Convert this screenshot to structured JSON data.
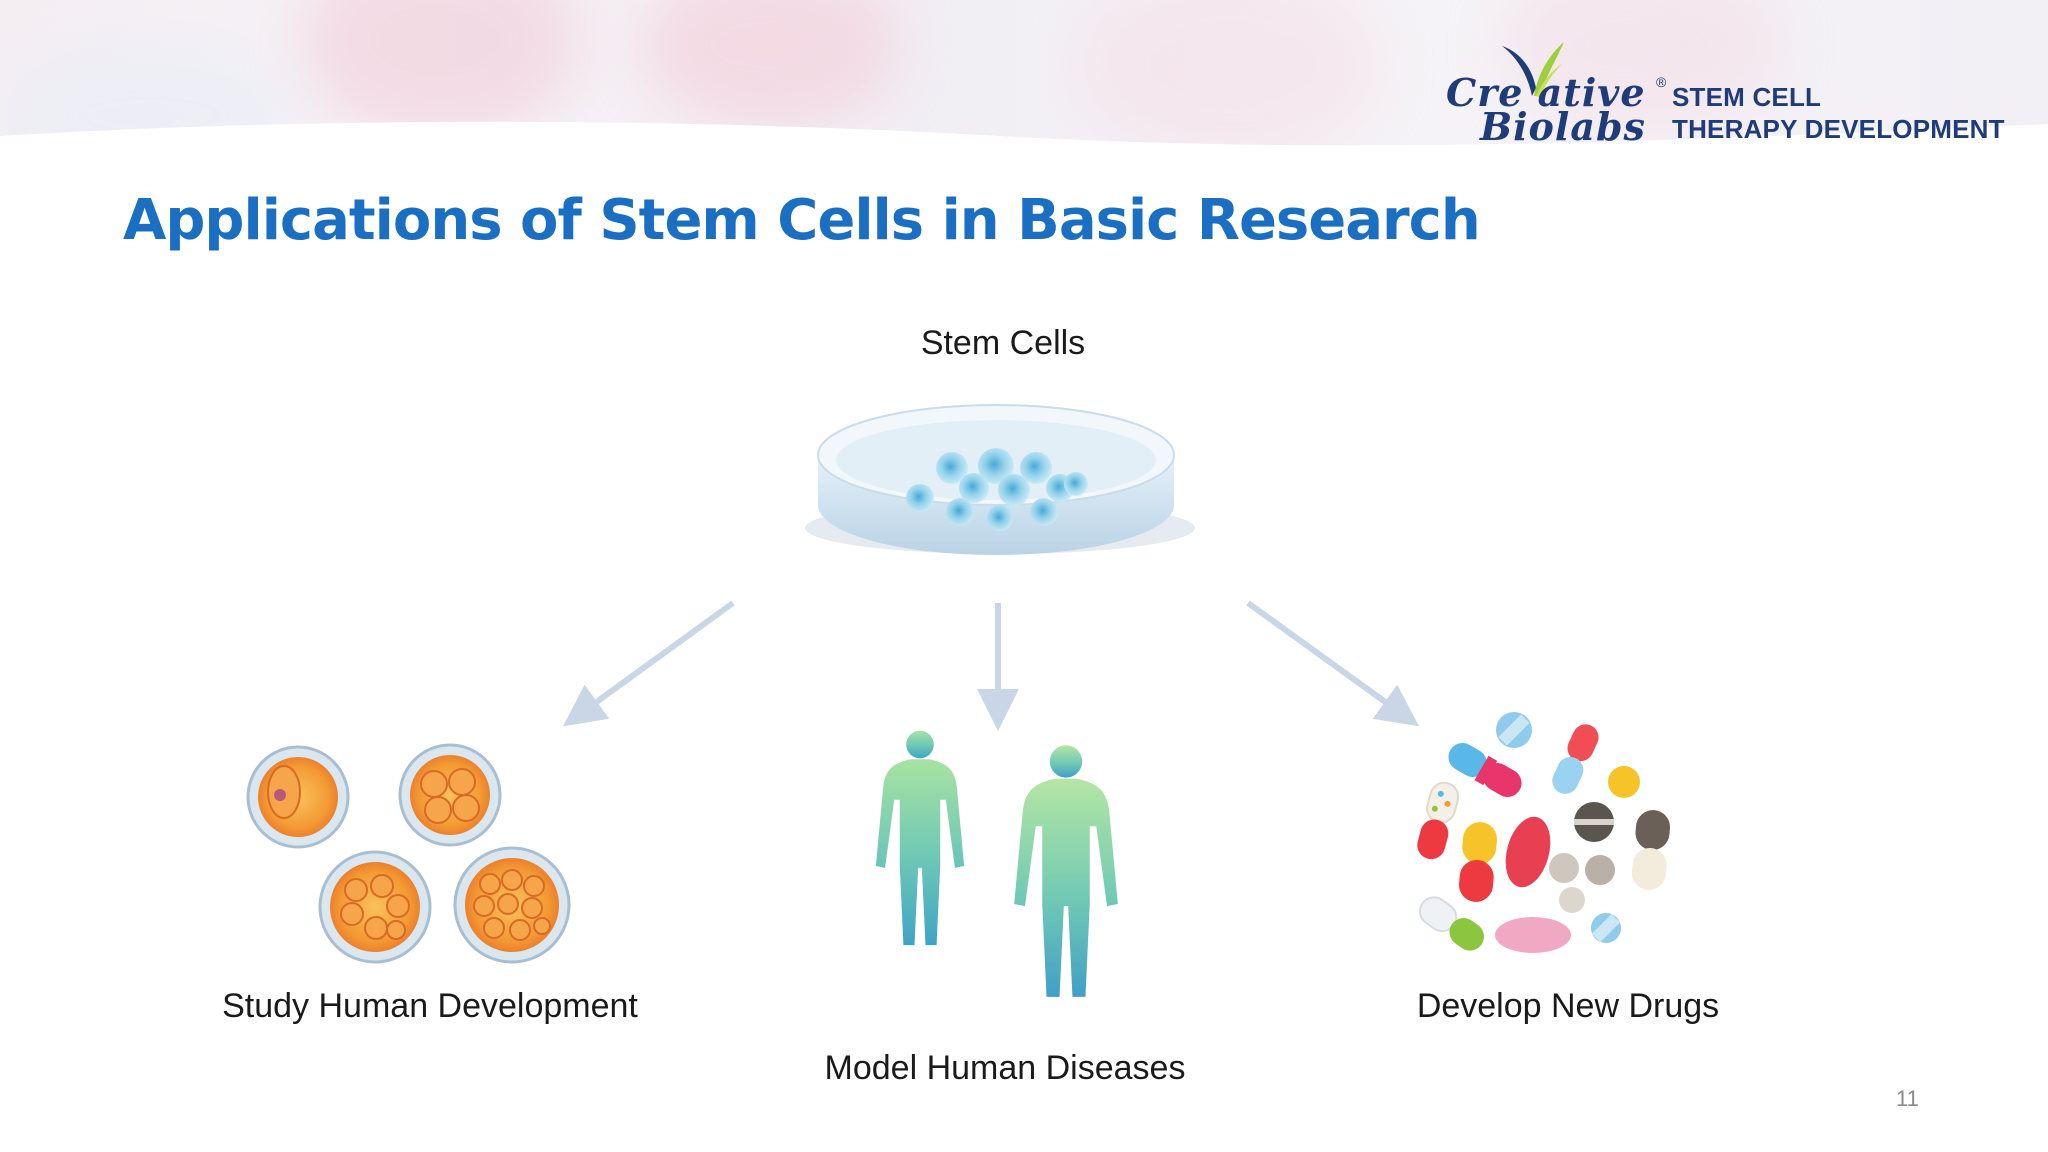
{
  "slide": {
    "title": "Applications of Stem Cells in Basic Research",
    "page_number": "11"
  },
  "logo": {
    "brand_line1": "Cre   ative",
    "brand_line2": "Biolabs",
    "registered_mark": "®",
    "tagline_line1": "STEM CELL",
    "tagline_line2": "THERAPY DEVELOPMENT"
  },
  "diagram": {
    "root": {
      "label": "Stem Cells",
      "icon": "petri-dish-icon"
    },
    "branches": [
      {
        "label": "Study Human Development",
        "icon": "embryo-cells-icon"
      },
      {
        "label": "Model Human Diseases",
        "icon": "human-figures-icon"
      },
      {
        "label": "Develop New Drugs",
        "icon": "pills-icon"
      }
    ]
  },
  "colors": {
    "title": "#1b6fc2",
    "brand": "#1f3c7a",
    "arrow": "#c9d6e6",
    "text": "#1a1a1a",
    "page_number": "#8a8a8a"
  }
}
